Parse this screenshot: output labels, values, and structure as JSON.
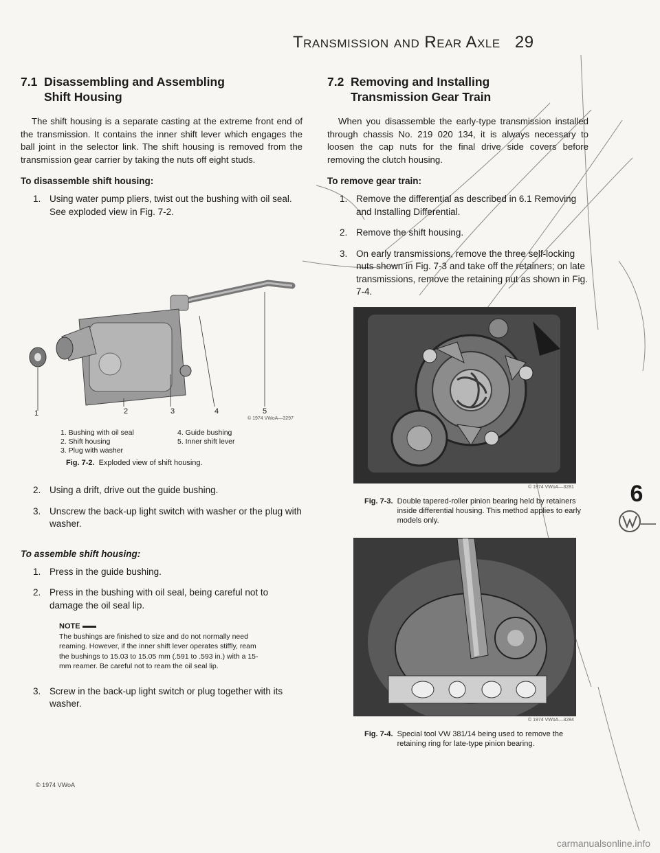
{
  "header": {
    "title": "Transmission and Rear Axle",
    "page_number": "29"
  },
  "left": {
    "section": {
      "number": "7.1",
      "title_line1": "Disassembling and Assembling",
      "title_line2": "Shift Housing"
    },
    "intro": "The shift housing is a separate casting at the extreme front end of the transmission. It contains the inner shift lever which engages the ball joint in the selector link. The shift housing is removed from the transmission gear carrier by taking the nuts off eight studs.",
    "disassemble_heading": "To disassemble shift housing:",
    "disassemble_steps": [
      {
        "num": "1.",
        "text": "Using water pump pliers, twist out the bushing with oil seal. See exploded view in Fig. 7-2."
      },
      {
        "num": "2.",
        "text": "Using a drift, drive out the guide bushing."
      },
      {
        "num": "3.",
        "text": "Unscrew the back-up light switch with washer or the plug with washer."
      }
    ],
    "fig72": {
      "callouts": [
        "1",
        "2",
        "3",
        "4",
        "5"
      ],
      "credit": "© 1974 VWoA—3297",
      "legend": [
        "1. Bushing with oil seal",
        "4. Guide bushing",
        "2. Shift housing",
        "5. Inner shift lever",
        "3. Plug with washer",
        ""
      ],
      "label": "Fig. 7-2.",
      "caption": "Exploded view of shift housing."
    },
    "assemble_heading": "To assemble shift housing:",
    "assemble_steps": [
      {
        "num": "1.",
        "text": "Press in the guide bushing."
      },
      {
        "num": "2.",
        "text": "Press in the bushing with oil seal, being careful not to damage the oil seal lip."
      },
      {
        "num": "3.",
        "text": "Screw in the back-up light switch or plug together with its washer."
      }
    ],
    "note": {
      "title": "NOTE",
      "text": "The bushings are finished to size and do not normally need reaming. However, if the inner shift lever operates stiffly, ream the bushings to 15.03 to 15.05 mm (.591 to .593 in.) with a 15-mm reamer. Be careful not to ream the oil seal lip."
    },
    "footer_credit": "© 1974 VWoA"
  },
  "right": {
    "section": {
      "number": "7.2",
      "title_line1": "Removing and Installing",
      "title_line2": "Transmission Gear Train"
    },
    "intro": "When you disassemble the early-type transmission installed through chassis No. 219 020 134, it is always necessary to loosen the cap nuts for the final drive side covers before removing the clutch housing.",
    "remove_heading": "To remove gear train:",
    "steps": [
      {
        "num": "1.",
        "text": "Remove the differential as described in 6.1 Removing and Installing Differential."
      },
      {
        "num": "2.",
        "text": "Remove the shift housing."
      },
      {
        "num": "3.",
        "text": "On early transmissions, remove the three self-locking nuts shown in Fig. 7-3 and take off the retainers; on late transmissions, remove the retaining nut as shown in Fig. 7-4."
      }
    ],
    "fig73": {
      "credit": "© 1974 VWoA—3281",
      "label": "Fig. 7-3.",
      "caption": "Double tapered-roller pinion bearing held by retainers inside differential housing. This method applies to early models only."
    },
    "fig74": {
      "credit": "© 1974 VWoA—3284",
      "label": "Fig. 7-4.",
      "caption": "Special tool VW 381/14 being used to remove the retaining ring for late-type pinion bearing."
    }
  },
  "tab": {
    "number": "6"
  },
  "watermark": "carmanualsonline.info"
}
